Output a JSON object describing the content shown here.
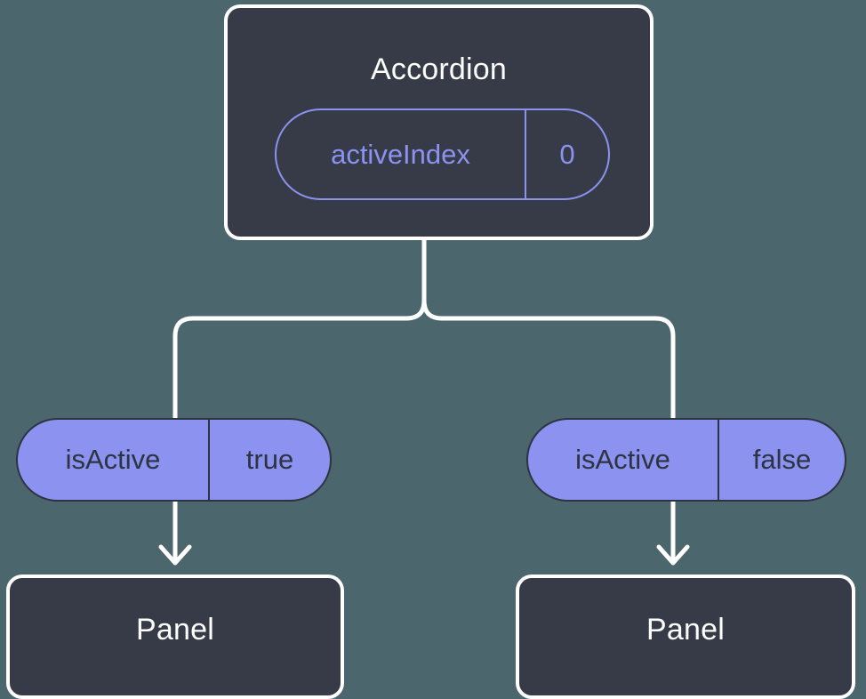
{
  "diagram": {
    "type": "component-state-tree",
    "background_color": "#4c666e",
    "node_fill_color": "#373b48",
    "node_border_color": "#ffffff",
    "accent_color": "#8b92ef",
    "pill_text_color": "#2d3340",
    "connector_color": "#ffffff"
  },
  "root": {
    "title": "Accordion",
    "state_pill": {
      "key": "activeIndex",
      "value": "0"
    }
  },
  "branches": [
    {
      "prop_pill": {
        "key": "isActive",
        "value": "true"
      },
      "child": {
        "title": "Panel"
      }
    },
    {
      "prop_pill": {
        "key": "isActive",
        "value": "false"
      },
      "child": {
        "title": "Panel"
      }
    }
  ]
}
